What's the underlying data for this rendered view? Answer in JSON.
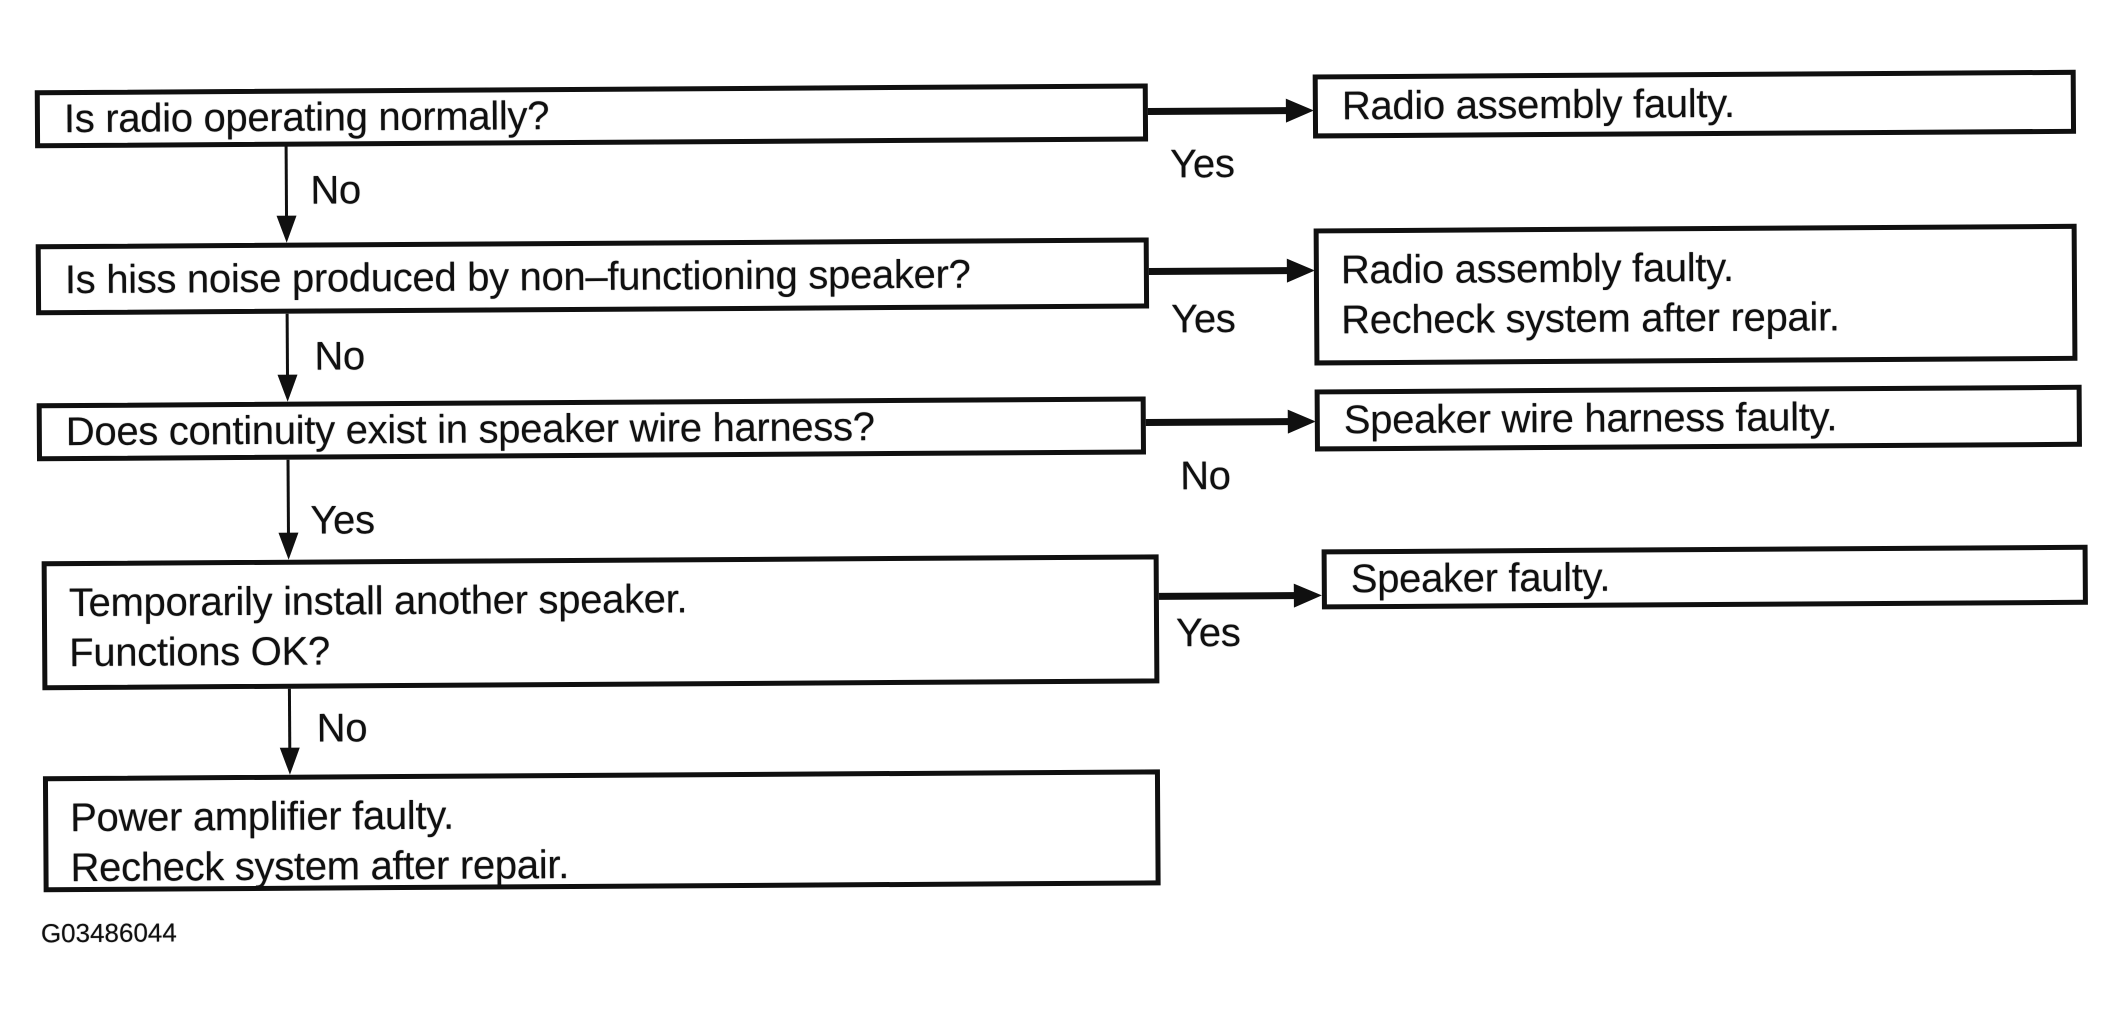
{
  "diagram": {
    "type": "flowchart",
    "figure_code": "G03486044",
    "colors": {
      "ink": "#101010",
      "background": "#ffffff"
    },
    "steps": [
      {
        "question": "Is radio operating normally?",
        "right_label": "Yes",
        "down_label": "No",
        "result": "Radio assembly faulty."
      },
      {
        "question": "Is hiss noise produced by non–functioning speaker?",
        "right_label": "Yes",
        "down_label": "No",
        "result": "Radio assembly faulty.",
        "result_line2": "Recheck system after repair."
      },
      {
        "question": "Does continuity exist in speaker wire harness?",
        "right_label": "No",
        "down_label": "Yes",
        "result": "Speaker wire harness faulty."
      },
      {
        "question": "Temporarily install another speaker.",
        "question_line2": "Functions OK?",
        "right_label": "Yes",
        "down_label": "No",
        "result": "Speaker faulty."
      }
    ],
    "final_result": {
      "line1": "Power amplifier faulty.",
      "line2": "Recheck system after repair."
    }
  }
}
